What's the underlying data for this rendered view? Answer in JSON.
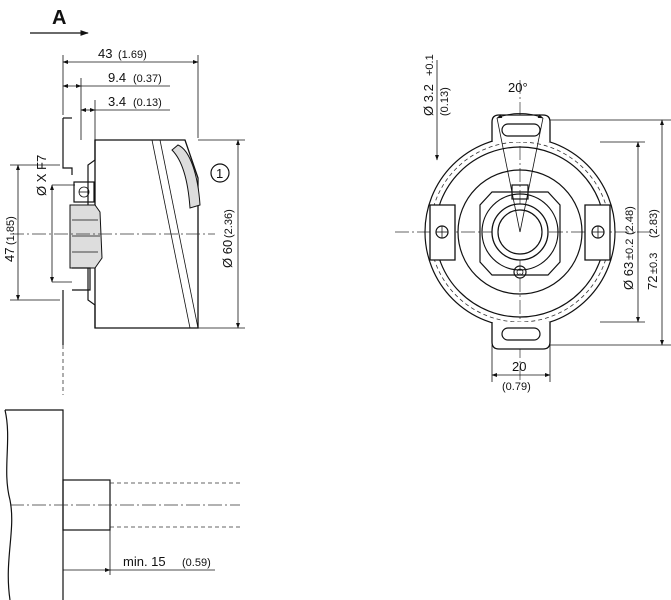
{
  "view_label": "A",
  "callout": "1",
  "side_view": {
    "overall_length": "43",
    "overall_length_in": "(1.69)",
    "depth_1": "9.4",
    "depth_1_in": "(0.37)",
    "depth_2": "3.4",
    "depth_2_in": "(0.13)",
    "shaft_fit": "Ø X F7",
    "height": "47",
    "height_in": "(1.85)",
    "body_dia": "Ø 60",
    "body_dia_in": "(2.36)"
  },
  "front_view": {
    "pin_dia": "Ø 3.2",
    "pin_tol": "+0.1",
    "pin_dia_in": "(0.13)",
    "angle": "20°",
    "bolt_circle": "Ø 63",
    "bolt_circle_tol": "±0.2",
    "bolt_circle_in": "(2.48)",
    "flange": "72",
    "flange_tol": "±0.3",
    "flange_in": "(2.83)",
    "slot_width": "20",
    "slot_width_in": "(0.79)"
  },
  "mount_view": {
    "min_length": "min. 15",
    "min_length_in": "(0.59)"
  }
}
